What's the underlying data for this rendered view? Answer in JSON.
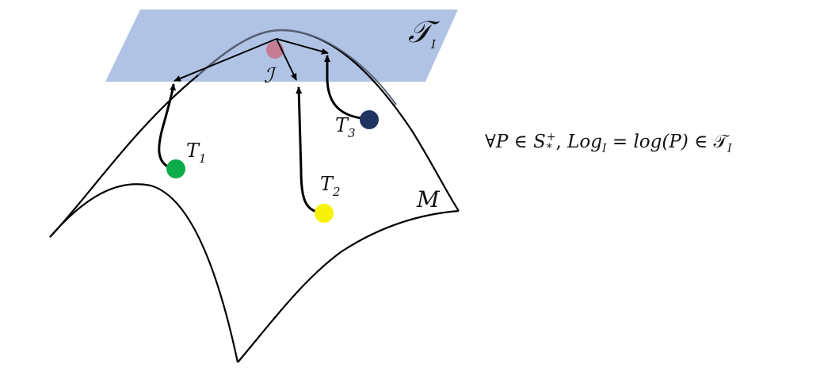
{
  "diagram": {
    "tangent_space_label": "𝒯",
    "tangent_space_subscript": "I",
    "identity_label": "ℐ",
    "manifold_label": "M",
    "points": [
      {
        "id": "T1",
        "label": "T",
        "subscript": "1",
        "color": "#0cac4a"
      },
      {
        "id": "T2",
        "label": "T",
        "subscript": "2",
        "color": "#f7f20a"
      },
      {
        "id": "T3",
        "label": "T",
        "subscript": "3",
        "color": "#1f3460"
      }
    ],
    "plane_color": "#b1c3e5",
    "identity_color": "#c57b92"
  },
  "formula": {
    "text": "∀P ∈ S*⁺, Log_I = log(P) ∈ 𝒯_I",
    "part_forall": "∀",
    "part_P": "P",
    "part_in1": " ∈ ",
    "part_S": "S",
    "part_S_sup": "+",
    "part_S_sub": "*",
    "part_comma": ", ",
    "part_Log": "Log",
    "part_Log_sub": "I",
    "part_eq": " = ",
    "part_log": "log",
    "part_arg": "(P)",
    "part_in2": " ∈ ",
    "part_T": "𝒯",
    "part_T_sub": "I"
  }
}
